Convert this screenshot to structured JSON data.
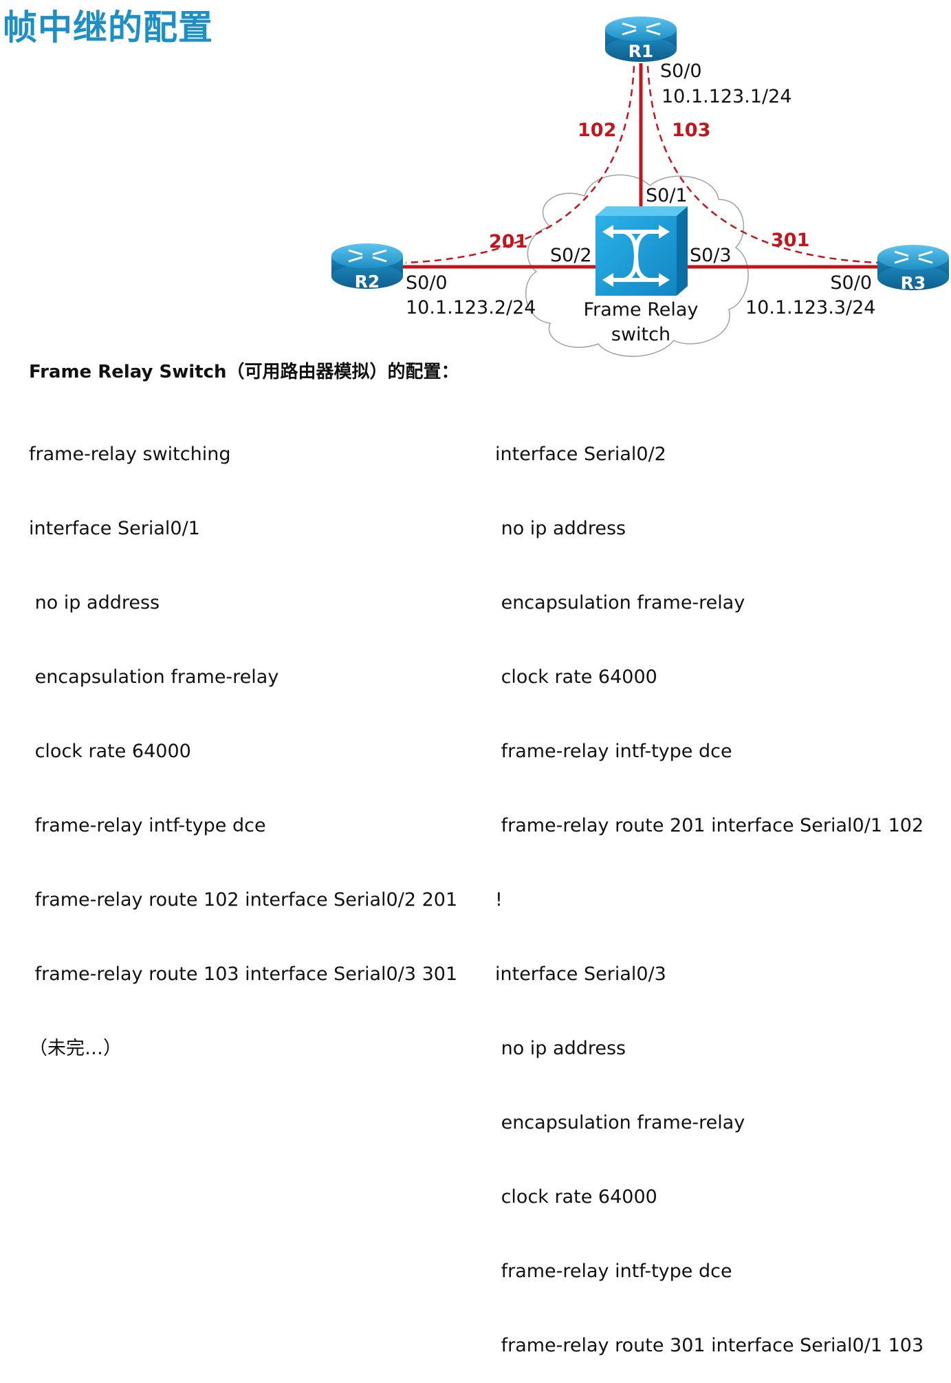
{
  "title": "帧中继的配置",
  "diagram": {
    "routers": [
      {
        "id": "R1",
        "label": "R1",
        "interface": "S0/0",
        "ip": "10.1.123.1/24"
      },
      {
        "id": "R2",
        "label": "R2",
        "interface": "S0/0",
        "ip": "10.1.123.2/24"
      },
      {
        "id": "R3",
        "label": "R3",
        "interface": "S0/0",
        "ip": "10.1.123.3/24"
      }
    ],
    "switch": {
      "label_line1": "Frame Relay",
      "label_line2": "switch",
      "ports": {
        "r1": "S0/1",
        "r2": "S0/2",
        "r3": "S0/3"
      }
    },
    "dlci": {
      "r1_to_r2": "102",
      "r1_to_r3": "103",
      "r2_to_r1": "201",
      "r3_to_r1": "301"
    },
    "colors": {
      "link": "#c0161c",
      "router": "#1e8fc4",
      "switch": "#1e9fd8"
    }
  },
  "section_heading": "Frame Relay Switch（可用路由器模拟）的配置：",
  "config_left": [
    "frame-relay switching",
    "interface Serial0/1",
    " no ip address",
    " encapsulation frame-relay",
    " clock rate 64000",
    " frame-relay intf-type dce",
    " frame-relay route 102 interface Serial0/2 201",
    " frame-relay route 103 interface Serial0/3 301",
    "（未完…）"
  ],
  "config_right": [
    "interface Serial0/2",
    " no ip address",
    " encapsulation frame-relay",
    " clock rate 64000",
    " frame-relay intf-type dce",
    " frame-relay route 201 interface Serial0/1 102",
    "!",
    "interface Serial0/3",
    " no ip address",
    " encapsulation frame-relay",
    " clock rate 64000",
    " frame-relay intf-type dce",
    " frame-relay route 301 interface Serial0/1 103"
  ]
}
